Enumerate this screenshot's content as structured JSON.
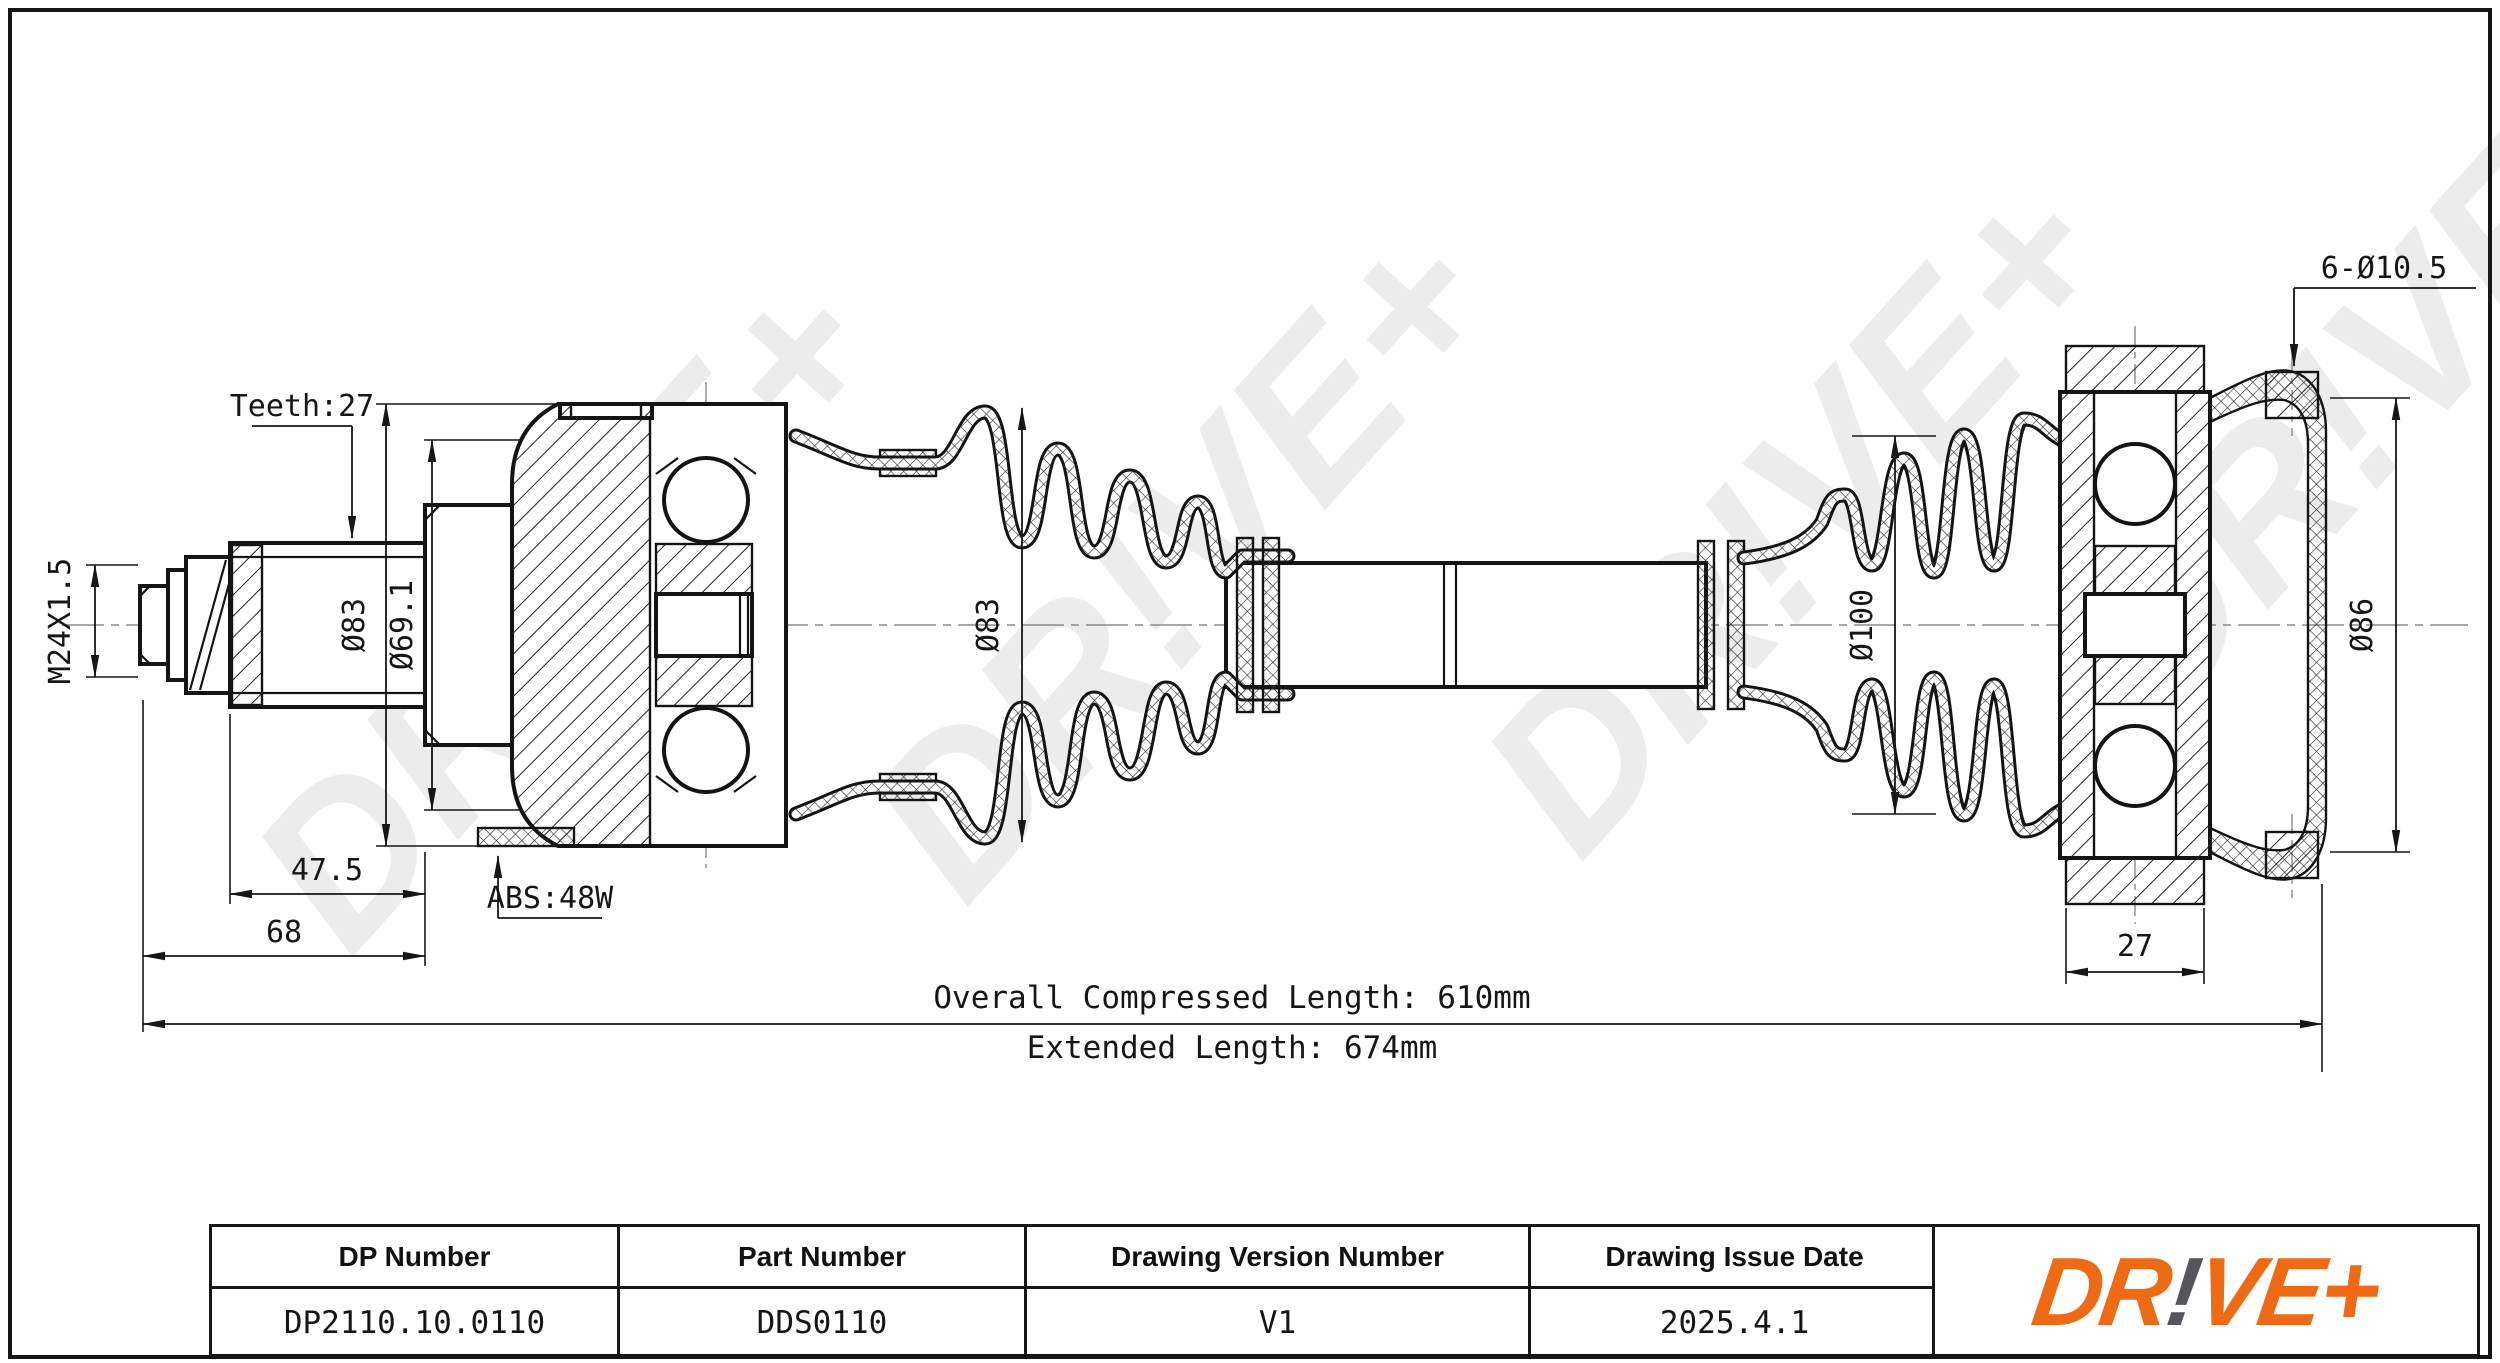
{
  "sheet": {
    "background": "#ffffff",
    "line_color": "#141414",
    "watermark_text": "DR!VE+",
    "watermark_color": "#ECECEC"
  },
  "annotations": {
    "teeth": "Teeth:27",
    "thread": "M24X1.5",
    "dia_housing": "Ø83",
    "dia_inner_lip": "Ø69.1",
    "dia_boot_outer": "Ø83",
    "dia_boot_inner": "Ø100",
    "dia_flange": "Ø86",
    "bolt_holes": "6-Ø10.5",
    "abs_ring": "ABS:48W",
    "len_spline": "47.5",
    "len_stub": "68",
    "len_flange": "27",
    "compressed_length": "Overall Compressed Length: 610mm",
    "extended_length": "Extended Length: 674mm"
  },
  "title_block": {
    "headers": [
      "DP Number",
      "Part Number",
      "Drawing Version Number",
      "Drawing Issue Date"
    ],
    "values": [
      "DP2110.10.0110",
      "DDS0110",
      "V1",
      "2025.4.1"
    ]
  },
  "logo": {
    "dr": "DR",
    "bang": "!",
    "ve": "VE",
    "plus": "+",
    "orange": "#EF6A14",
    "grey": "#55565A"
  }
}
